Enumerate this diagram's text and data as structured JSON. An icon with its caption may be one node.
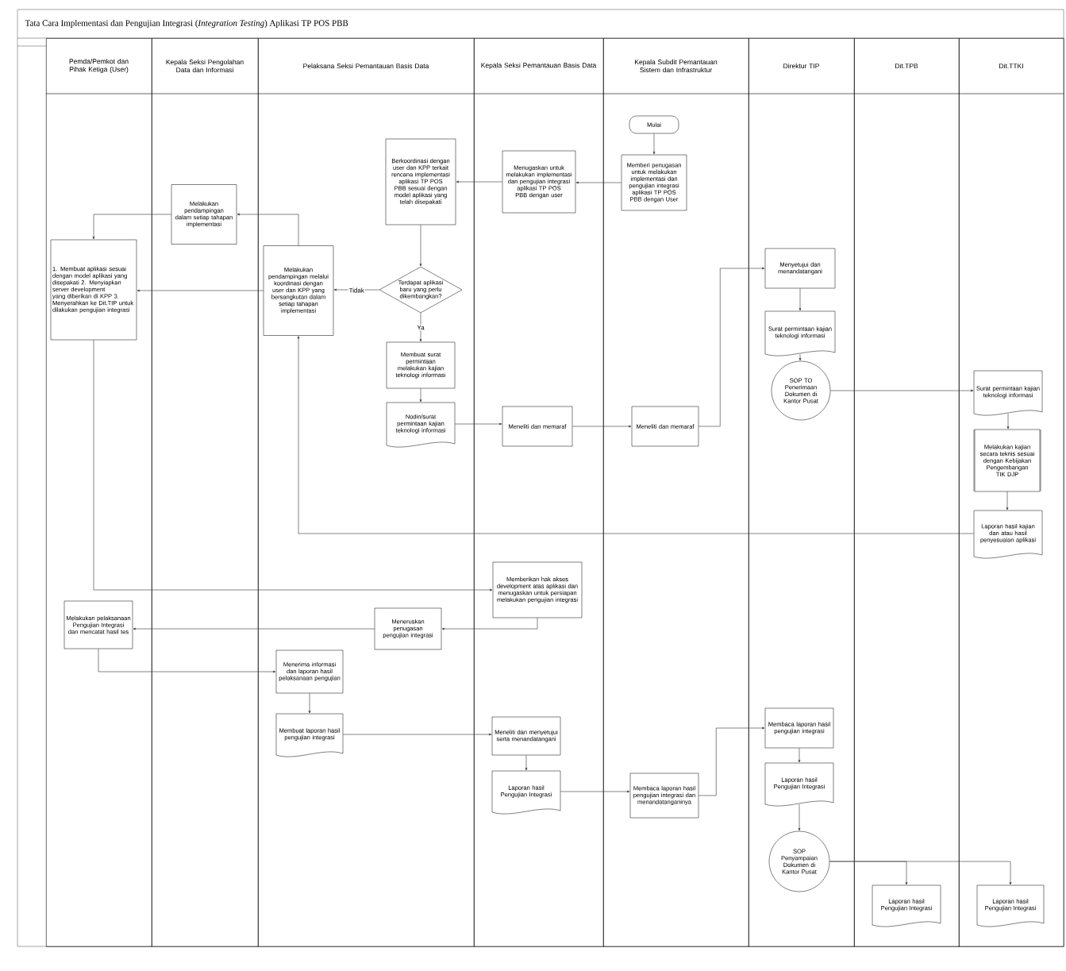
{
  "diagram": {
    "title": "Tata Cara Implementasi dan Pengujian Integrasi (*Integration Testing*) Aplikasi TP POS PBB",
    "nodes": [
      {
        "text": [
          "Pemda/Pemkot dan Pihak Ketiga (User)"
        ]
      },
      {
        "text": [
          "Kepala Seksi Pengolahan Data dan Informasi"
        ]
      },
      {
        "text": [
          "Pelaksana Seksi Pemantauan Basis Data"
        ]
      },
      {
        "text": [
          "Kepala Seksi Pemantauan Basis Data"
        ]
      },
      {
        "text": [
          "Kepala Subdit Pemantauan Sistem dan Infrastruktur"
        ]
      },
      {
        "text": [
          "Direktur TIP"
        ]
      },
      {
        "text": [
          "Dit.TPB"
        ]
      },
      {
        "text": [
          "Dit.TTKI"
        ]
      },
      {
        "text": [
          "Mulai"
        ],
        "in": 4
      },
      {
        "text": [
          "Memberi penugasan untuk melakukan implementasi dan pengujian integrasi aplikasi TP POS PBB dengan User"
        ],
        "in": 4
      },
      {
        "text": [
          "Menugaskan untuk melakukan implementasi dan pengujian integrasi aplikasi TP POS PBB dengan user"
        ],
        "in": 3
      },
      {
        "text": [
          "Berkoordinasi dengan user dan KPP terkait rencana implementasi aplikasi TP POS PBB sesuai dengan model aplikasi yang telah disepakati"
        ],
        "in": 2
      },
      {
        "text": [
          "Melakukan pendampingan dalam setiap tahapan implementasi"
        ],
        "in": 1
      },
      {
        "text": [
          "Melakukan pendampingan melalui koordinasi dengan user dan KPP yang bersangkutan dalam setiap tahapan implementasi"
        ],
        "in": 2
      },
      {
        "text": [
          "Terdapat aplikasi baru yang perlu dikembangkan?"
        ],
        "in": 2
      },
      {
        "text": [
          "1. Membuat aplikasi sesuai dengan model aplikasi yang disepakati 2. Menyiapkan server development yang diberikan di KPP 3. Menyerahkan ke Dit.TIP untuk dilakukan pengujian integrasi"
        ],
        "in": 0
      },
      {
        "text": [
          "Membuat surat permintaan melakukan kajian teknologi informasi"
        ],
        "in": 2
      },
      {
        "text": [
          "Nodin/surat permintaan kajian teknologi informasi"
        ],
        "in": 2
      },
      {
        "text": [
          "Meneliti dan memaraf"
        ],
        "in": 3
      },
      {
        "text": [
          "Meneliti dan memaraf"
        ],
        "in": 4
      },
      {
        "text": [
          "Menyetujui dan menandatangani"
        ],
        "in": 5
      },
      {
        "text": [
          "Surat permintaan kajian teknologi informasi"
        ],
        "in": 5
      },
      {
        "text": [
          "SOP TO Penerimaan Dokumen di Kantor Pusat"
        ],
        "in": 5
      },
      {
        "text": [
          "Surat permintaan kajian teknologi informasi"
        ],
        "in": 7
      },
      {
        "text": [
          "Melakukan kajian secara teknis sesuai dengan Kebijakan Pengembangan TIK DJP"
        ],
        "in": 7
      },
      {
        "text": [
          "Laporan hasil kajian dan atau hasil penyesuaian aplikasi"
        ],
        "in": 7
      },
      {
        "text": [
          "Memberikan hak akses development atas aplikasi dan menugaskan untuk persiapan melakukan pengujian integrasi"
        ],
        "in": 3
      },
      {
        "text": [
          "Meneruskan penugasan pengujian integrasi"
        ],
        "in": 2
      },
      {
        "text": [
          "Melakukan pelaksanaan Pengujian Integrasi dan mencatat hasil tes"
        ],
        "in": 0
      },
      {
        "text": [
          "Menerima informasi dan laporan hasil pelaksanaan pengujian"
        ],
        "in": 2
      },
      {
        "text": [
          "Membuat laporan hasil pengujian integrasi"
        ],
        "in": 2
      },
      {
        "text": [
          "Meneliti dan menyetujui serta menandatangani"
        ],
        "in": 3
      },
      {
        "text": [
          "Laporan hasil Pengujian Integrasi"
        ],
        "in": 3
      },
      {
        "text": [
          "Membaca laporan hasil pengujian integrasi dan menandatanganinya"
        ],
        "in": 4
      },
      {
        "text": [
          "Membaca laporan hasil pengujian integrasi"
        ],
        "in": 5
      },
      {
        "text": [
          "Laporan hasil Pengujian Integrasi"
        ],
        "in": 5
      },
      {
        "text": [
          "SOP Penyampaian Dokumen di Kantor Pusat"
        ],
        "in": 5
      },
      {
        "text": [
          "Laporan hasil Pengujian Integrasi"
        ],
        "in": 6
      },
      {
        "text": [
          "Laporan hasil Pengujian Integrasi"
        ],
        "in": 7
      }
    ],
    "edges": [
      {
        "from": 8,
        "to": 9,
        "arrow": "to"
      },
      {
        "from": 9,
        "to": 10,
        "arrow": "to"
      },
      {
        "from": 10,
        "to": 11,
        "arrow": "to"
      },
      {
        "from": 11,
        "to": 14,
        "arrow": "to"
      },
      {
        "from": 14,
        "to": 13,
        "arrow": "to",
        "label": "Tidak"
      },
      {
        "from": 14,
        "to": 16,
        "arrow": "to",
        "label": "Ya"
      },
      {
        "from": 16,
        "to": 17,
        "arrow": "to"
      },
      {
        "from": 17,
        "to": 18,
        "arrow": "to"
      },
      {
        "from": 18,
        "to": 19,
        "arrow": "to"
      },
      {
        "from": 19,
        "to": 20,
        "arrow": "to"
      },
      {
        "from": 20,
        "to": 21,
        "arrow": "to"
      },
      {
        "from": 21,
        "to": 22,
        "arrow": "to"
      },
      {
        "from": 22,
        "to": 23,
        "arrow": "to"
      },
      {
        "from": 23,
        "to": 24,
        "arrow": "to"
      },
      {
        "from": 24,
        "to": 25,
        "arrow": "to"
      },
      {
        "from": 25,
        "to": 13,
        "arrow": "to"
      },
      {
        "from": 13,
        "to": 12,
        "arrow": "to"
      },
      {
        "from": 12,
        "to": 15,
        "arrow": "to"
      },
      {
        "from": 13,
        "to": 15,
        "arrow": "to"
      },
      {
        "from": 15,
        "to": 26,
        "arrow": "to"
      },
      {
        "from": 26,
        "to": 27,
        "arrow": "to"
      },
      {
        "from": 27,
        "to": 28,
        "arrow": "to"
      },
      {
        "from": 28,
        "to": 29,
        "arrow": "to"
      },
      {
        "from": 29,
        "to": 30,
        "arrow": "to"
      },
      {
        "from": 30,
        "to": 31,
        "arrow": "to"
      },
      {
        "from": 31,
        "to": 32,
        "arrow": "to"
      },
      {
        "from": 32,
        "to": 33,
        "arrow": "to"
      },
      {
        "from": 33,
        "to": 34,
        "arrow": "to"
      },
      {
        "from": 34,
        "to": 35,
        "arrow": "to"
      },
      {
        "from": 35,
        "to": 36,
        "arrow": "to"
      },
      {
        "from": 36,
        "to": 37,
        "arrow": "to"
      },
      {
        "from": 36,
        "to": 38,
        "arrow": "to"
      }
    ]
  }
}
